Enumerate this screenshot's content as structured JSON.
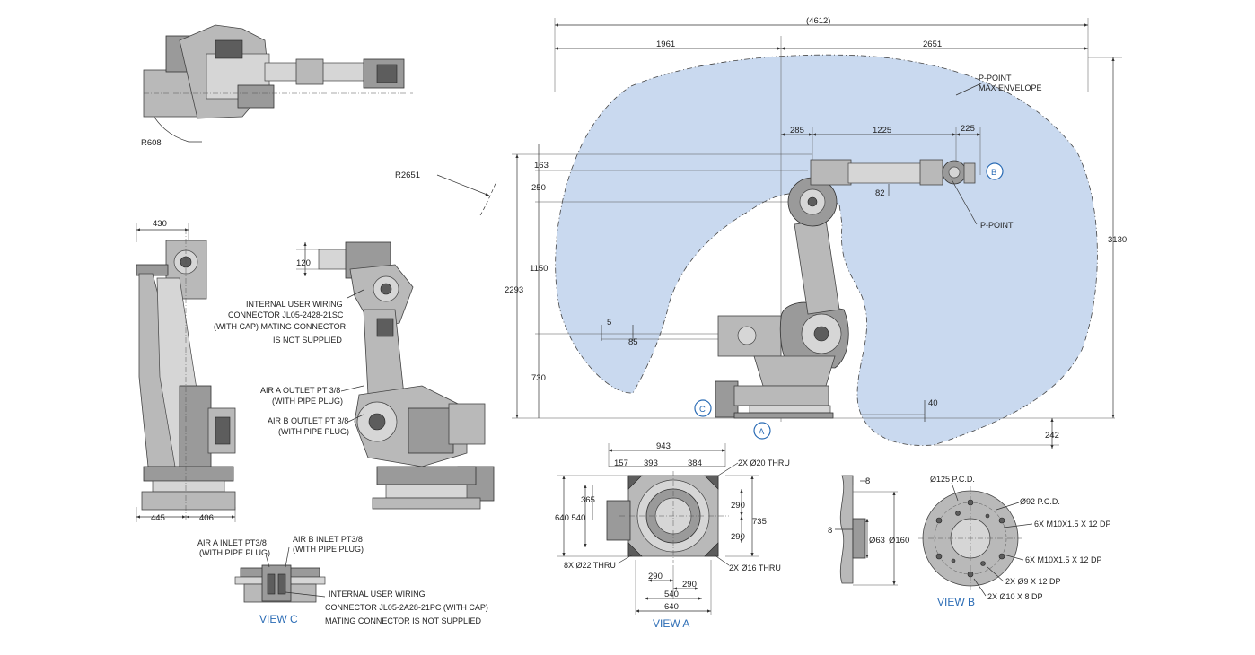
{
  "overall": {
    "width_total": "(4612)",
    "width_rear": "1961",
    "width_front": "2651",
    "height_total": "3130",
    "height_2293": "2293",
    "dim_163": "163",
    "dim_250": "250",
    "dim_1150": "1150",
    "dim_730": "730",
    "dim_285": "285",
    "dim_1225": "1225",
    "dim_225": "225",
    "dim_82": "82",
    "dim_5": "5",
    "dim_85": "85",
    "dim_40": "40",
    "dim_242": "242",
    "radius_large": "R2651",
    "envelope_line1": "P-POINT",
    "envelope_line2": "MAX ENVELOPE",
    "ppoint_label": "P-POINT",
    "label_A": "A",
    "label_B": "B",
    "label_C": "C",
    "envelope_color": "#c9d9ef"
  },
  "top_view": {
    "radius": "R608"
  },
  "rear_view": {
    "dim_top": "430",
    "dim_left": "445",
    "dim_right": "406"
  },
  "side_view": {
    "dim_120": "120",
    "wiring": [
      "INTERNAL USER WIRING",
      "CONNECTOR JL05-2428-21SC",
      "(WITH CAP) MATING CONNECTOR",
      "IS NOT SUPPLIED"
    ],
    "air_a": [
      "AIR A OUTLET PT 3/8",
      "(WITH PIPE PLUG)"
    ],
    "air_b": [
      "AIR B OUTLET PT 3/8",
      "(WITH PIPE PLUG)"
    ]
  },
  "view_c": {
    "title": "VIEW C",
    "air_a": [
      "AIR A INLET PT3/8",
      "(WITH PIPE PLUG)"
    ],
    "air_b": [
      "AIR B INLET PT3/8",
      "(WITH PIPE PLUG)"
    ],
    "wiring": [
      "INTERNAL USER WIRING",
      "CONNECTOR JL05-2A28-21PC (WITH CAP)",
      "MATING CONNECTOR IS NOT SUPPLIED"
    ]
  },
  "view_a": {
    "title": "VIEW A",
    "dim_943": "943",
    "dim_157": "157",
    "dim_393": "393",
    "dim_384": "384",
    "holes_top": "2X Ø20 THRU",
    "dim_365": "365",
    "dim_640_540": "640 540",
    "dim_290a": "290",
    "dim_290b": "290",
    "dim_735": "735",
    "holes_8x": "8X Ø22 THRU",
    "holes_2x16": "2X Ø16 THRU",
    "dim_290c": "290",
    "dim_290d": "290",
    "dim_540": "540",
    "dim_640": "640"
  },
  "view_b": {
    "title": "VIEW B",
    "dim_8a": "8",
    "dim_8b": "8",
    "dia_63": "Ø63",
    "dia_160": "Ø160",
    "pcd_125": "Ø125 P.C.D.",
    "pcd_92": "Ø92 P.C.D.",
    "tap_1": "6X M10X1.5 X 12 DP",
    "tap_2": "6X M10X1.5 X 12 DP",
    "hole_9": "2X Ø9 X 12 DP",
    "hole_10": "2X Ø10 X 8 DP"
  }
}
